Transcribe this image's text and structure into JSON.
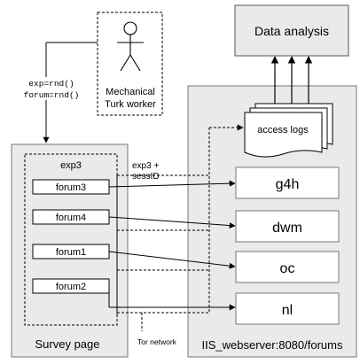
{
  "actor": {
    "label_line1": "Mechanical",
    "label_line2": "Turk worker"
  },
  "assignment": {
    "line1": "exp=rnd()",
    "line2": "forum=rnd()"
  },
  "survey": {
    "exp_label": "exp3",
    "forums": [
      "forum3",
      "forum4",
      "forum1",
      "forum2"
    ],
    "caption": "Survey page"
  },
  "data_analysis": {
    "label": "Data analysis"
  },
  "access_logs": {
    "label": "access logs"
  },
  "connection": {
    "line1": "exp3 +",
    "line2": "sessID",
    "tor_label": "Tor network"
  },
  "webserver": {
    "forums": [
      "g4h",
      "dwm",
      "oc",
      "nl"
    ],
    "caption": "IIS_webserver:8080/forums"
  }
}
